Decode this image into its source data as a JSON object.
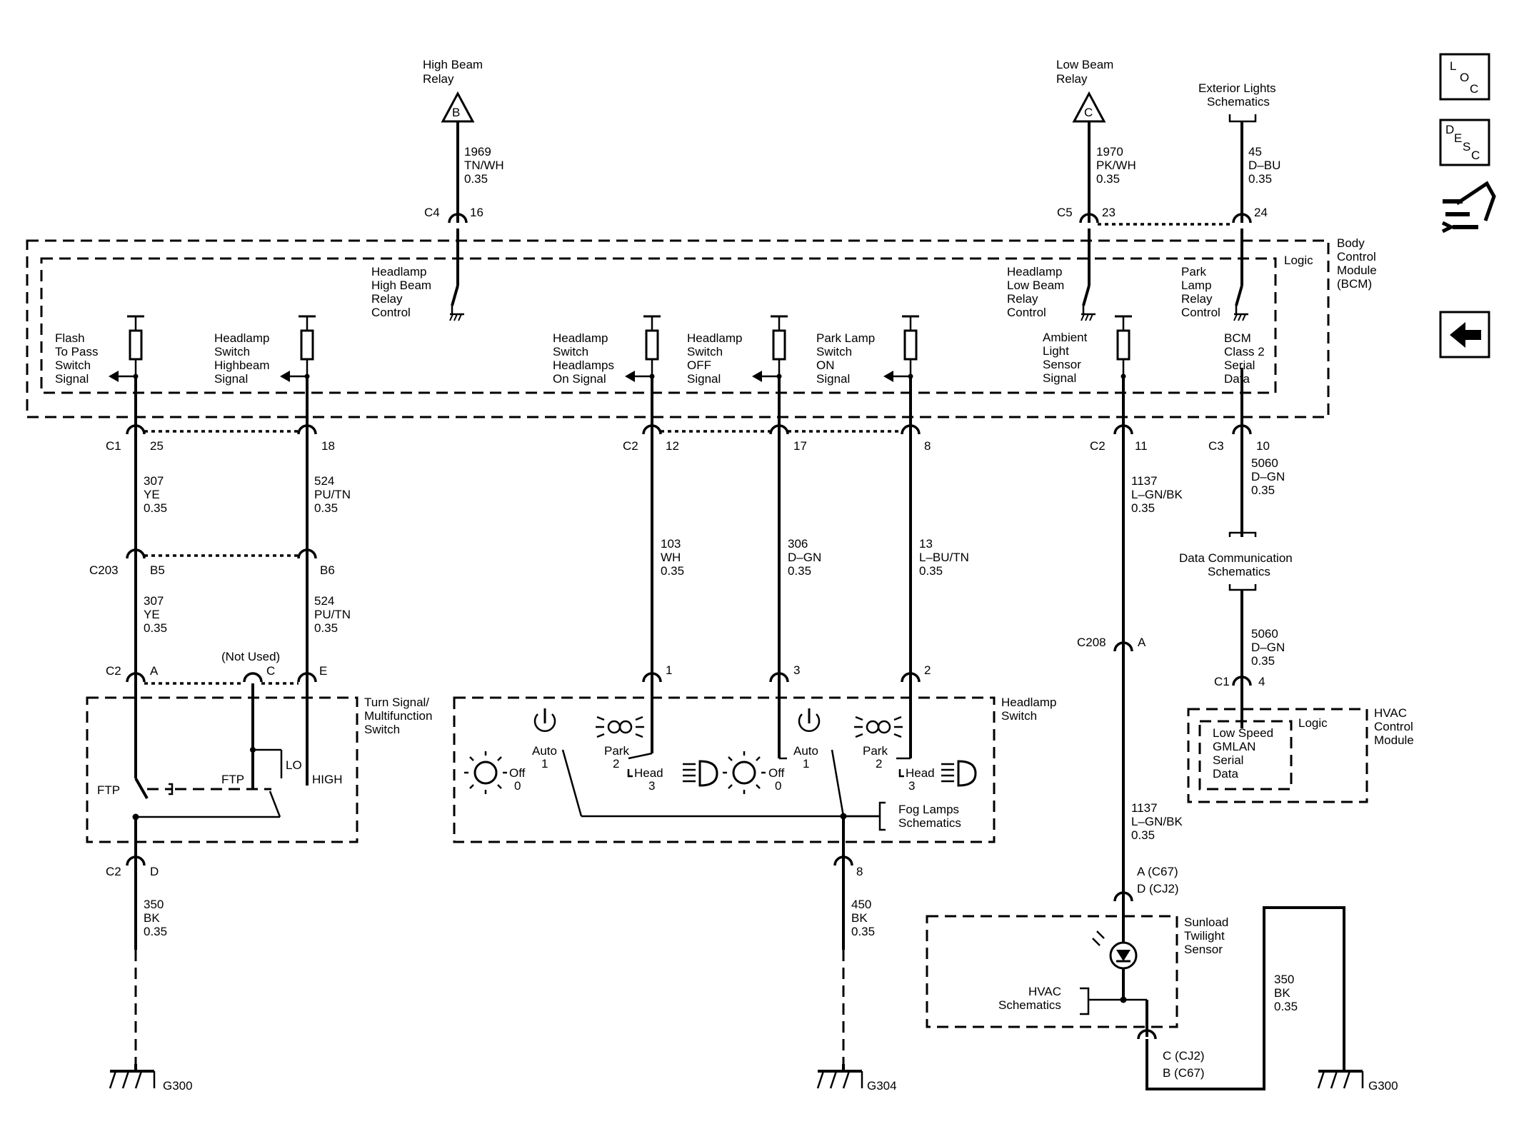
{
  "top": {
    "high_beam_relay": [
      "High Beam",
      "Relay"
    ],
    "high_beam_relay_letter": "B",
    "low_beam_relay": [
      "Low Beam",
      "Relay"
    ],
    "low_beam_relay_letter": "C",
    "exterior_lights": [
      "Exterior Lights",
      "Schematics"
    ]
  },
  "bcm": {
    "module_name": [
      "Body",
      "Control",
      "Module",
      "(BCM)"
    ],
    "logic": "Logic",
    "hb_relay_control": [
      "Headlamp",
      "High Beam",
      "Relay",
      "Control"
    ],
    "lb_relay_control": [
      "Headlamp",
      "Low Beam",
      "Relay",
      "Control"
    ],
    "park_relay_control": [
      "Park",
      "Lamp",
      "Relay",
      "Control"
    ],
    "flash_to_pass": [
      "Flash",
      "To Pass",
      "Switch",
      "Signal"
    ],
    "highbeam_signal": [
      "Headlamp",
      "Switch",
      "Highbeam",
      "Signal"
    ],
    "headlamps_on": [
      "Headlamp",
      "Switch",
      "Headlamps",
      "On Signal"
    ],
    "off_signal": [
      "Headlamp",
      "Switch",
      "OFF",
      "Signal"
    ],
    "park_on": [
      "Park Lamp",
      "Switch",
      "ON",
      "Signal"
    ],
    "ambient": [
      "Ambient",
      "Light",
      "Sensor",
      "Signal"
    ],
    "class2": [
      "BCM",
      "Class 2",
      "Serial",
      "Data"
    ]
  },
  "connectors": {
    "c4": "C4",
    "c4_pin": "16",
    "c5": "C5",
    "c5_pin": "23",
    "c5_pin2": "24",
    "c1": "C1",
    "c1_p25": "25",
    "c1_p18": "18",
    "c2a": "C2",
    "c2a_p12": "12",
    "c2a_p17": "17",
    "c2a_p8": "8",
    "c2b": "C2",
    "c2b_p11": "11",
    "c3": "C3",
    "c3_p10": "10",
    "c203": "C203",
    "c203_b5": "B5",
    "c203_b6": "B6",
    "c2c": "C2",
    "c2c_a": "A",
    "c2c_c": "C",
    "c2c_e": "E",
    "not_used": "(Not Used)",
    "hs_1": "1",
    "hs_3": "3",
    "hs_2": "2",
    "c208": "C208",
    "c208_a": "A",
    "c1h": "C1",
    "c1h_4": "4",
    "c2d": "C2",
    "c2d_d": "D",
    "hs_8": "8",
    "sun_top": [
      "A (C67)",
      "D (CJ2)"
    ],
    "sun_bot": [
      "C (CJ2)",
      "B (C67)"
    ]
  },
  "wires": {
    "w1969": [
      "1969",
      "TN/WH",
      "0.35"
    ],
    "w1970": [
      "1970",
      "PK/WH",
      "0.35"
    ],
    "w45": [
      "45",
      "D–BU",
      "0.35"
    ],
    "w307a": [
      "307",
      "YE",
      "0.35"
    ],
    "w524a": [
      "524",
      "PU/TN",
      "0.35"
    ],
    "w307b": [
      "307",
      "YE",
      "0.35"
    ],
    "w524b": [
      "524",
      "PU/TN",
      "0.35"
    ],
    "w103": [
      "103",
      "WH",
      "0.35"
    ],
    "w306": [
      "306",
      "D–GN",
      "0.35"
    ],
    "w13": [
      "13",
      "L–BU/TN",
      "0.35"
    ],
    "w1137a": [
      "1137",
      "L–GN/BK",
      "0.35"
    ],
    "w5060a": [
      "5060",
      "D–GN",
      "0.35"
    ],
    "w5060b": [
      "5060",
      "D–GN",
      "0.35"
    ],
    "w1137b": [
      "1137",
      "L–GN/BK",
      "0.35"
    ],
    "w350a": [
      "350",
      "BK",
      "0.35"
    ],
    "w450": [
      "450",
      "BK",
      "0.35"
    ],
    "w350b": [
      "350",
      "BK",
      "0.35"
    ]
  },
  "components": {
    "data_comm": [
      "Data Communication",
      "Schematics"
    ],
    "hvac_module": [
      "HVAC",
      "Control",
      "Module"
    ],
    "hvac_logic": "Logic",
    "gmlan": [
      "Low Speed",
      "GMLAN",
      "Serial",
      "Data"
    ],
    "turn_signal": [
      "Turn Signal/",
      "Multifunction",
      "Switch"
    ],
    "ftp": "FTP",
    "ftp2": "FTP",
    "lo": "LO",
    "high": "HIGH",
    "headlamp_switch": [
      "Headlamp",
      "Switch"
    ],
    "hs_off": "Off",
    "hs_0": "0",
    "hs_auto": "Auto",
    "hs_auto_1": "1",
    "hs_park": "Park",
    "hs_park_2": "2",
    "hs_head": "Head",
    "hs_head_3": "3",
    "fog": [
      "Fog Lamps",
      "Schematics"
    ],
    "sunload": [
      "Sunload",
      "Twilight",
      "Sensor"
    ],
    "hvac_sch": [
      "HVAC",
      "Schematics"
    ]
  },
  "grounds": {
    "g300a": "G300",
    "g304": "G304",
    "g300b": "G300"
  },
  "sidebar": {
    "loc": [
      "L",
      "O",
      "C"
    ],
    "desc": [
      "D",
      "E",
      "S",
      "C"
    ],
    "icons": [
      "connector-end-view-icon",
      "back-arrow-icon"
    ]
  }
}
